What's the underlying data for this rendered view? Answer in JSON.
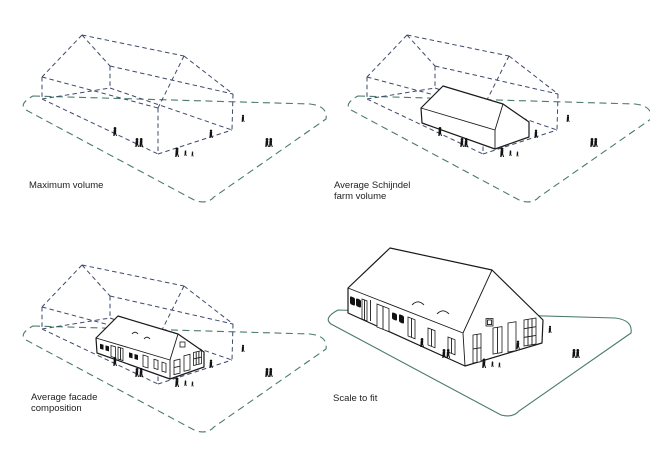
{
  "diagram": {
    "type": "architectural-massing-study",
    "background": "#ffffff",
    "colors": {
      "envelope_dash": "#3e4a6b",
      "plot_outline": "#4a7b6c",
      "building_line": "#1a1a1a",
      "figure_fill": "#111111",
      "label_text": "#222222"
    },
    "panels": [
      {
        "id": "maximum-volume",
        "label_line1": "Maximum volume",
        "label_line2": ""
      },
      {
        "id": "average-schijndel-farm-volume",
        "label_line1": "Average Schijndel",
        "label_line2": "farm volume"
      },
      {
        "id": "average-facade-composition",
        "label_line1": "Average facade",
        "label_line2": "composition"
      },
      {
        "id": "scale-to-fit",
        "label_line1": "Scale to fit",
        "label_line2": ""
      }
    ]
  }
}
